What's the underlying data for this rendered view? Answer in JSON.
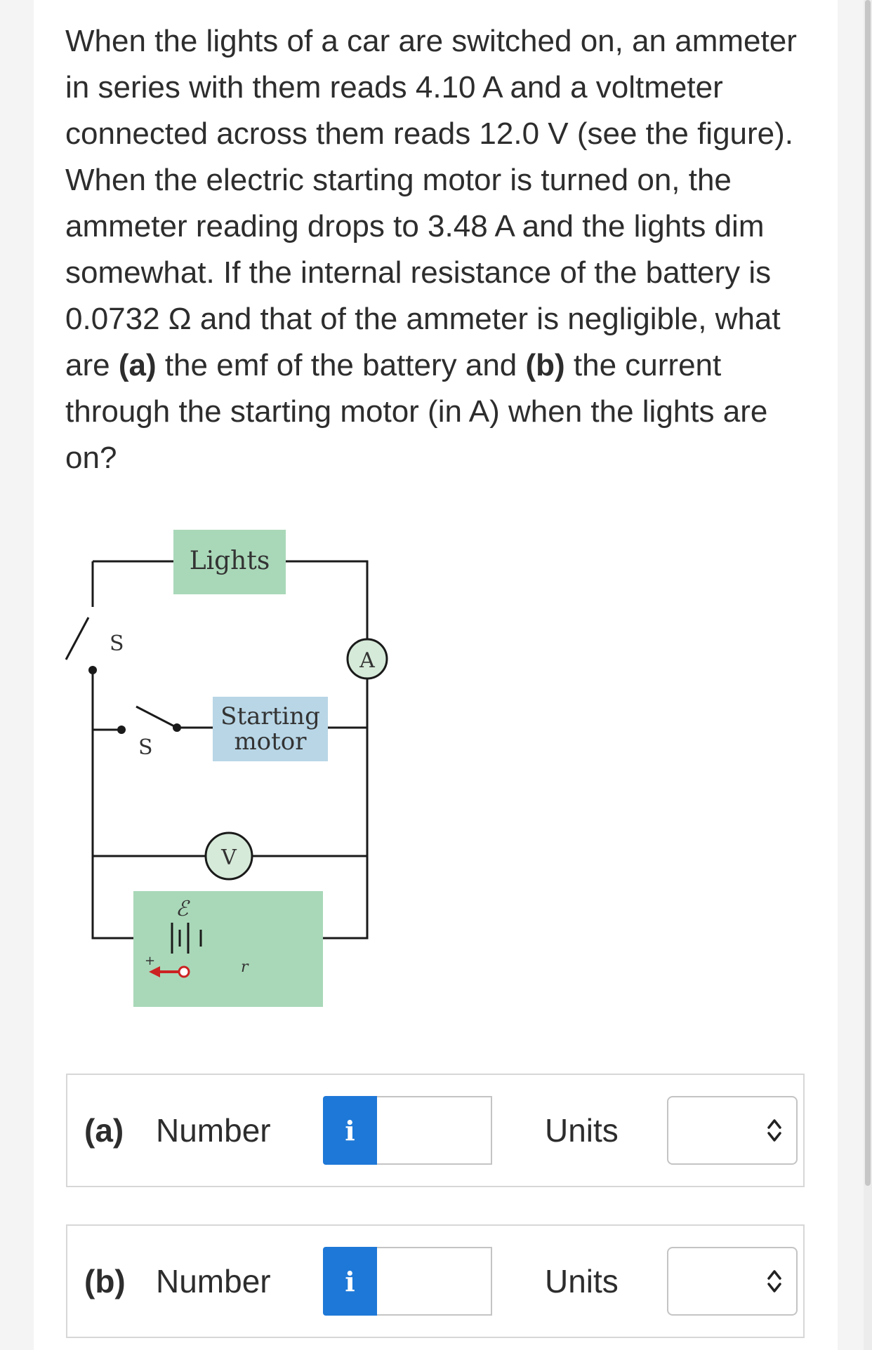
{
  "question": {
    "text_1": "When the lights of a car are switched on, an ammeter in series with them reads 4.10 A and a voltmeter connected across them reads 12.0 V (see the figure). When the electric starting motor is turned on, the ammeter reading drops to 3.48 A and the lights dim somewhat. If the internal resistance of the battery is 0.0732 Ω and that of the ammeter is negligible, what are ",
    "part_a_marker": "(a)",
    "text_2": " the emf of the battery and ",
    "part_b_marker": "(b)",
    "text_3": " the current through the starting motor (in A) when the lights are on?"
  },
  "figure": {
    "lights_label": "Lights",
    "motor_label_line1": "Starting",
    "motor_label_line2": "motor",
    "ammeter_label": "A",
    "voltmeter_label": "V",
    "switch1_label": "S",
    "switch2_label": "S",
    "emf_label": "ℰ",
    "plus_label": "+",
    "resistance_label": "r",
    "colors": {
      "lights_box": "#a9d8b8",
      "motor_box": "#b8d6e6",
      "battery_box": "#a9d8b8",
      "meter_fill": "#d6ead9",
      "arrow": "#cc2222"
    }
  },
  "answers": [
    {
      "part": "(a)",
      "field_label": "Number",
      "info_icon": "i",
      "value": "",
      "units_label": "Units",
      "units_value": ""
    },
    {
      "part": "(b)",
      "field_label": "Number",
      "info_icon": "i",
      "value": "",
      "units_label": "Units",
      "units_value": ""
    }
  ],
  "theme": {
    "info_button": "#1e78d7",
    "border": "#d7d7d7"
  }
}
